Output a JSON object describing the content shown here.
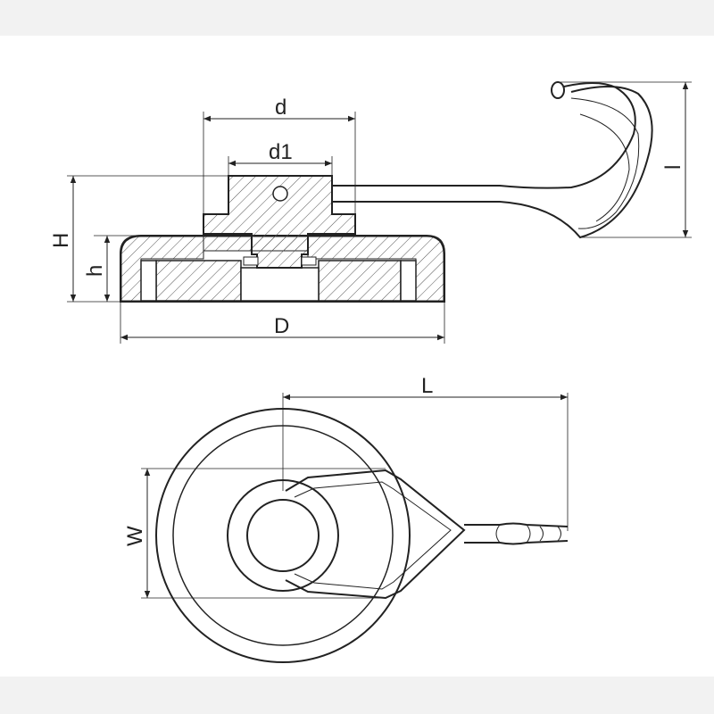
{
  "drawing": {
    "title": "",
    "colors": {
      "line": "#222222",
      "hatch": "#555555",
      "background": "#ffffff",
      "margin": "#f2f2f2"
    }
  },
  "dimensions": {
    "d": "d",
    "d1": "d1",
    "H": "H",
    "h": "h",
    "D": "D",
    "l": "l",
    "L": "L",
    "W": "W"
  }
}
